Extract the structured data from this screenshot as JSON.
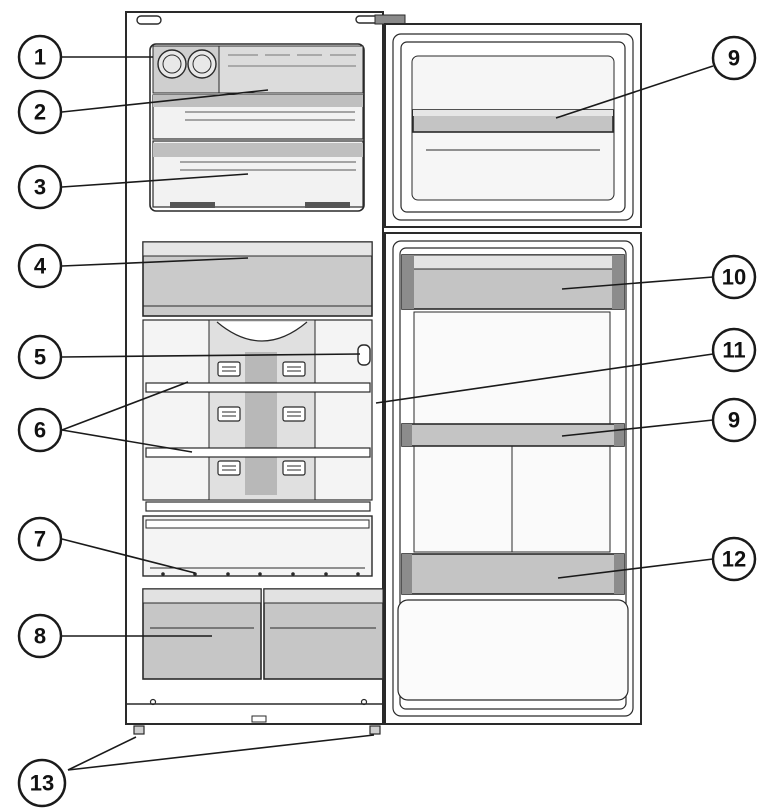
{
  "diagram": {
    "callouts": [
      {
        "id": "c1",
        "label": "1"
      },
      {
        "id": "c2",
        "label": "2"
      },
      {
        "id": "c3",
        "label": "3"
      },
      {
        "id": "c4",
        "label": "4"
      },
      {
        "id": "c5",
        "label": "5"
      },
      {
        "id": "c6",
        "label": "6"
      },
      {
        "id": "c7",
        "label": "7"
      },
      {
        "id": "c8",
        "label": "8"
      },
      {
        "id": "c9a",
        "label": "9"
      },
      {
        "id": "c10",
        "label": "10"
      },
      {
        "id": "c11",
        "label": "11"
      },
      {
        "id": "c9b",
        "label": "9"
      },
      {
        "id": "c12",
        "label": "12"
      },
      {
        "id": "c13",
        "label": "13"
      }
    ],
    "colors": {
      "outline": "#2a2a2a",
      "panel_light": "#ececec",
      "panel_mid": "#d4d4d4",
      "panel_dark": "#b7b7b7",
      "shelf_glass": "#f4f4f4"
    }
  }
}
